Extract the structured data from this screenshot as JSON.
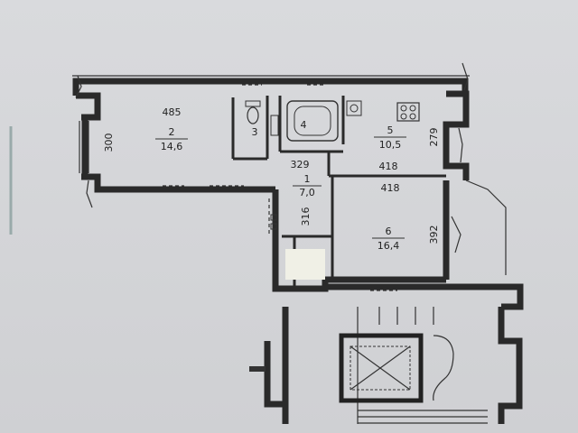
{
  "rooms": [
    {
      "number": "1",
      "area": "7,0"
    },
    {
      "number": "2",
      "area": "14,6"
    },
    {
      "number": "3"
    },
    {
      "number": "4"
    },
    {
      "number": "5",
      "area": "10,5"
    },
    {
      "number": "6",
      "area": "16,4"
    }
  ],
  "dimensions": {
    "room2_width": "485",
    "room2_depth": "300",
    "hall_width": "329",
    "hall_depth": "316",
    "room5_width": "418",
    "room5_depth": "279",
    "room6_width": "418",
    "room6_depth": "392"
  },
  "colors": {
    "paper": "#d4d5d8",
    "wall": "#2a2a2a",
    "blur_patch": "#f0f0e6"
  },
  "icons": [
    "bathtub-icon",
    "sink-icon",
    "toilet-icon",
    "stove-icon",
    "window-mark-icon",
    "stair-icon",
    "elevator-icon"
  ]
}
